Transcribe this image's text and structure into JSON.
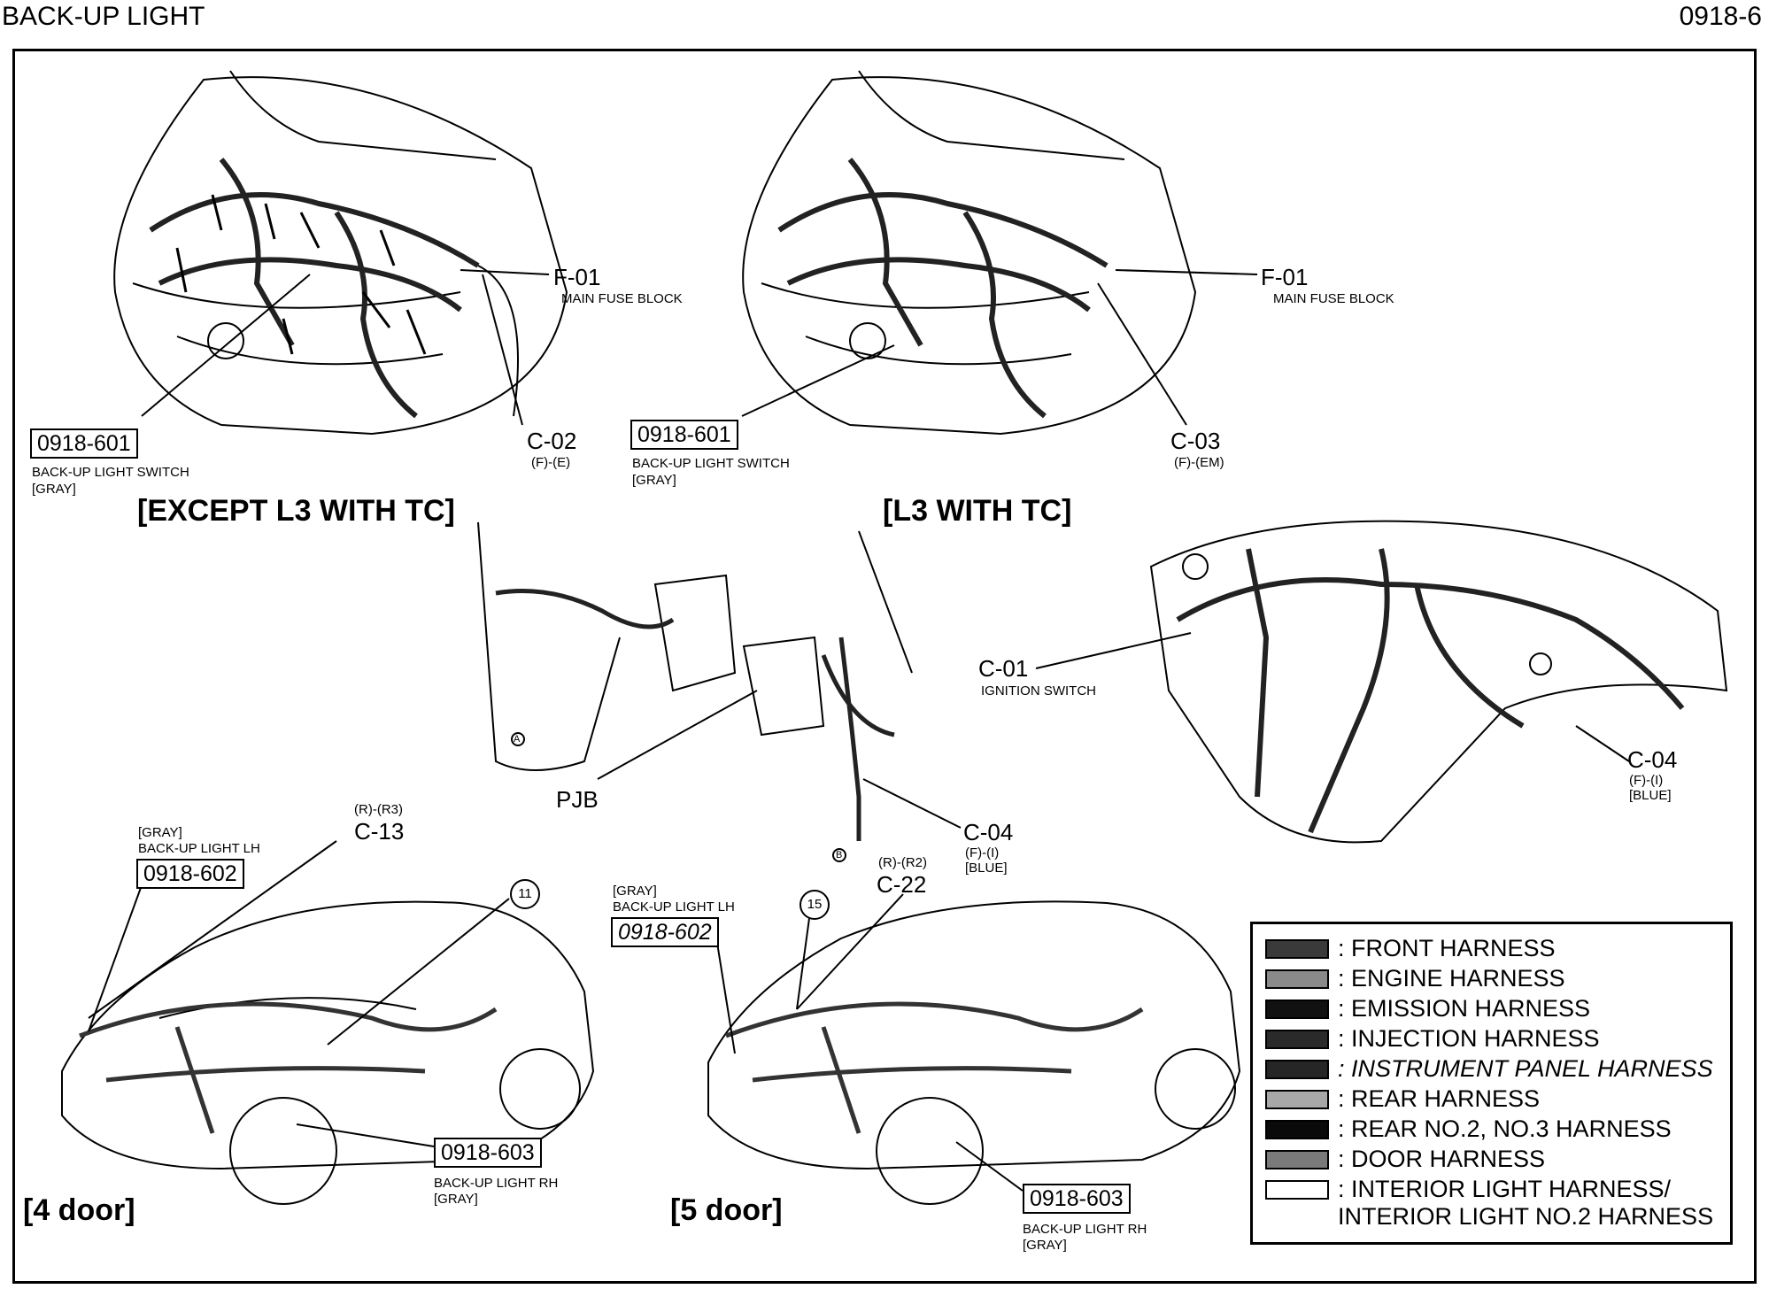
{
  "header": {
    "title": "BACK-UP LIGHT",
    "page": "0918-6"
  },
  "views": {
    "except_l3": {
      "variant": "[EXCEPT L3 WITH TC]",
      "f01_code": "F-01",
      "f01_desc": "MAIN FUSE BLOCK",
      "c02_code": "C-02",
      "c02_sub": "(F)-(E)",
      "switch_ref": "0918-601",
      "switch_desc": "BACK-UP LIGHT SWITCH",
      "switch_color": "[GRAY]"
    },
    "l3_tc": {
      "variant": "[L3 WITH TC]",
      "f01_code": "F-01",
      "f01_desc": "MAIN FUSE BLOCK",
      "c03_code": "C-03",
      "c03_sub": "(F)-(EM)",
      "switch_ref": "0918-601",
      "switch_desc": "BACK-UP LIGHT SWITCH",
      "switch_color": "[GRAY]"
    },
    "cabin": {
      "pjb": "PJB",
      "c04_code": "C-04",
      "c04_sub": "(F)-(I)",
      "c04_color": "[BLUE]",
      "marker_a": "A",
      "marker_b": "B"
    },
    "dash": {
      "c01_code": "C-01",
      "c01_desc": "IGNITION SWITCH",
      "c04_code": "C-04",
      "c04_sub": "(F)-(I)",
      "c04_color": "[BLUE]"
    },
    "four_door": {
      "variant": "[4 door]",
      "lh_color": "[GRAY]",
      "lh_desc": "BACK-UP LIGHT LH",
      "lh_ref": "0918-602",
      "c13_sub": "(R)-(R3)",
      "c13_code": "C-13",
      "circle": "11",
      "rh_ref": "0918-603",
      "rh_desc": "BACK-UP LIGHT RH",
      "rh_color": "[GRAY]"
    },
    "five_door": {
      "variant": "[5 door]",
      "lh_color": "[GRAY]",
      "lh_desc": "BACK-UP LIGHT LH",
      "lh_ref": "0918-602",
      "c22_sub": "(R)-(R2)",
      "c22_code": "C-22",
      "circle": "15",
      "rh_ref": "0918-603",
      "rh_desc": "BACK-UP LIGHT RH",
      "rh_color": "[GRAY]"
    }
  },
  "legend": [
    {
      "label": ": FRONT HARNESS",
      "color": "#3a3a3a",
      "italic": false
    },
    {
      "label": ": ENGINE HARNESS",
      "color": "#8a8a8a",
      "italic": false
    },
    {
      "label": ": EMISSION HARNESS",
      "color": "#111111",
      "italic": false
    },
    {
      "label": ": INJECTION HARNESS",
      "color": "#2a2a2a",
      "italic": false
    },
    {
      "label": ": INSTRUMENT PANEL HARNESS",
      "color": "#262626",
      "italic": true
    },
    {
      "label": ": REAR HARNESS",
      "color": "#a8a8a8",
      "italic": false
    },
    {
      "label": ": REAR NO.2, NO.3 HARNESS",
      "color": "#0a0a0a",
      "italic": false
    },
    {
      "label": ": DOOR HARNESS",
      "color": "#7a7a7a",
      "italic": false
    },
    {
      "label": ": INTERIOR LIGHT HARNESS/\nINTERIOR LIGHT NO.2 HARNESS",
      "color": "#ffffff",
      "italic": false
    }
  ]
}
